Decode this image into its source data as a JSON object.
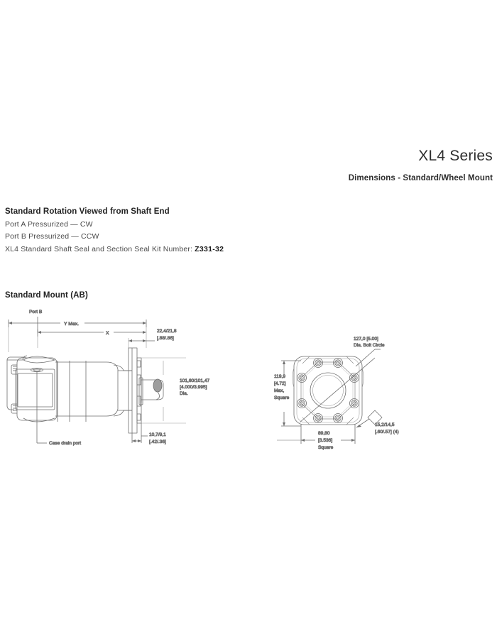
{
  "header": {
    "title": "XL4 Series",
    "subtitle": "Dimensions - Standard/Wheel Mount"
  },
  "rotation": {
    "heading": "Standard Rotation Viewed from Shaft End",
    "line_a": "Port A Pressurized — CW",
    "line_b": "Port B Pressurized — CCW",
    "seal_kit_prefix": "XL4 Standard Shaft Seal and Section Seal Kit Number: ",
    "seal_kit_number": "Z331-32"
  },
  "mount": {
    "heading": "Standard Mount (AB)"
  },
  "side_view": {
    "port_b_label": "Port B",
    "y_max_label": "Y Max.",
    "x_label": "X",
    "case_drain_label": "Case drain port",
    "dim_flange_thickness": {
      "metric": "22,4/21,8",
      "inch": "[.88/.86]"
    },
    "dim_pilot_dia": {
      "metric": "101,60/101,47",
      "inch": "[4.000/3.995]",
      "note": "Dia."
    },
    "dim_pilot_depth": {
      "metric": "10,7/9,1",
      "inch": "[.42/.36]"
    }
  },
  "face_view": {
    "dim_bolt_circle": {
      "metric": "127,0 [5.00]",
      "note": "Dia. Bolt Circle"
    },
    "dim_square_max": {
      "metric": "119,9",
      "inch": "[4.72]",
      "note1": "Max,",
      "note2": "Square"
    },
    "dim_square": {
      "metric": "89,80",
      "inch": "[3.536]",
      "note": "Square"
    },
    "dim_bolt_hole": {
      "metric": "15,2/14,5",
      "inch": "[.60/.57] (4)"
    }
  },
  "colors": {
    "line": "#6e6e6e",
    "text": "#5a5a5a",
    "heading": "#222222"
  }
}
